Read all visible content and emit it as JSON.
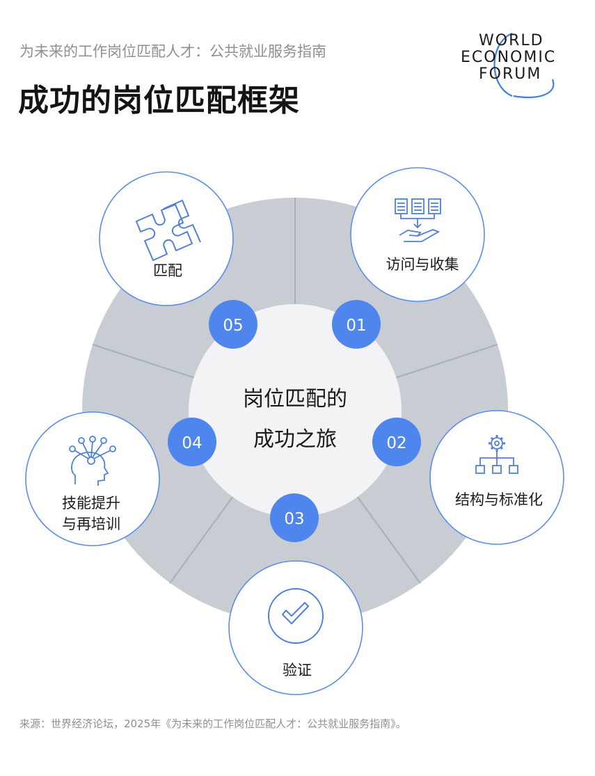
{
  "header": {
    "subtitle": "为未来的工作岗位匹配人才：公共就业服务指南",
    "title": "成功的岗位匹配框架"
  },
  "logo": {
    "line1": "WORLD",
    "line2": "ECONOMIC",
    "line3": "FORUM"
  },
  "diagram": {
    "center_line1": "岗位匹配的",
    "center_line2": "成功之旅",
    "steps": [
      {
        "number": "01",
        "label": "访问与收集",
        "icon": "documents-hand-icon"
      },
      {
        "number": "02",
        "label": "结构与标准化",
        "icon": "gear-hierarchy-icon"
      },
      {
        "number": "03",
        "label": "验证",
        "icon": "checkmark-icon"
      },
      {
        "number": "04",
        "label": "技能提升\n与再培训",
        "label_lines": [
          "技能提升",
          "与再培训"
        ],
        "icon": "head-network-icon"
      },
      {
        "number": "05",
        "label": "匹配",
        "icon": "puzzle-icon"
      }
    ]
  },
  "colors": {
    "ring": "#c7cdd3",
    "ring_line": "#a7afb8",
    "center": "#f3f3f5",
    "badge": "#4f86ee",
    "card_border": "#5a8de8",
    "icon": "#4f7fdb"
  },
  "footer": {
    "source": "来源：世界经济论坛，2025年《为未来的工作岗位匹配人才：公共就业服务指南》。"
  }
}
